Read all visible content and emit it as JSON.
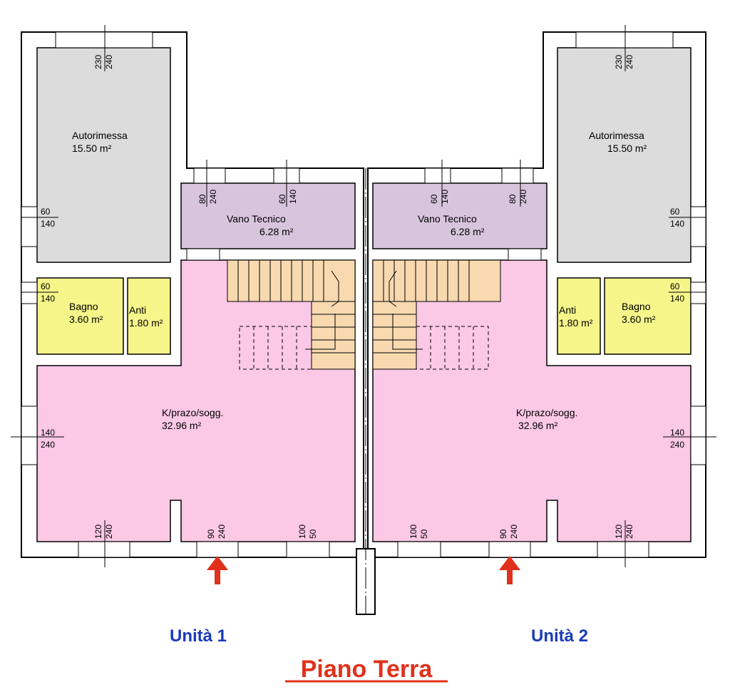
{
  "title": "Piano Terra",
  "colors": {
    "garage": "#dcdcdc",
    "technical": "#d8c4dc",
    "bath": "#f5f58a",
    "living": "#fbc8e6",
    "stairs": "#f8d9b0",
    "entrance_arrow": "#e0311c",
    "unit_label": "#1a3bb8",
    "title": "#e0311c"
  },
  "units": [
    {
      "label": "Unità 1",
      "rooms": {
        "garage": {
          "name": "Autorimessa",
          "area": "15.50 m²"
        },
        "technical": {
          "name": "Vano Tecnico",
          "area": "6.28 m²"
        },
        "bath": {
          "name": "Bagno",
          "area": "3.60 m²"
        },
        "anti": {
          "name": "Anti",
          "area": "1.80 m²"
        },
        "living": {
          "name": "K/prazo/sogg.",
          "area": "32.96 m²"
        }
      },
      "dims": {
        "garage_top": [
          "230",
          "240"
        ],
        "garage_side": [
          "60",
          "140"
        ],
        "tech_a": [
          "80",
          "240"
        ],
        "tech_b": [
          "60",
          "140"
        ],
        "bath_side": [
          "60",
          "140"
        ],
        "living_side": [
          "140",
          "240"
        ],
        "bottom_a": [
          "120",
          "240"
        ],
        "door": [
          "90",
          "240"
        ],
        "bottom_b": [
          "100",
          "50"
        ]
      }
    },
    {
      "label": "Unità 2",
      "rooms": {
        "garage": {
          "name": "Autorimessa",
          "area": "15.50 m²"
        },
        "technical": {
          "name": "Vano Tecnico",
          "area": "6.28 m²"
        },
        "bath": {
          "name": "Bagno",
          "area": "3.60 m²"
        },
        "anti": {
          "name": "Anti",
          "area": "1.80 m²"
        },
        "living": {
          "name": "K/prazo/sogg.",
          "area": "32.96 m²"
        }
      },
      "dims": {
        "garage_top": [
          "230",
          "240"
        ],
        "garage_side": [
          "60",
          "140"
        ],
        "tech_a": [
          "60",
          "140"
        ],
        "tech_b": [
          "80",
          "240"
        ],
        "bath_side": [
          "60",
          "140"
        ],
        "living_side": [
          "140",
          "240"
        ],
        "bottom_a": [
          "100",
          "50"
        ],
        "door": [
          "90",
          "240"
        ],
        "bottom_b": [
          "120",
          "240"
        ]
      }
    }
  ]
}
